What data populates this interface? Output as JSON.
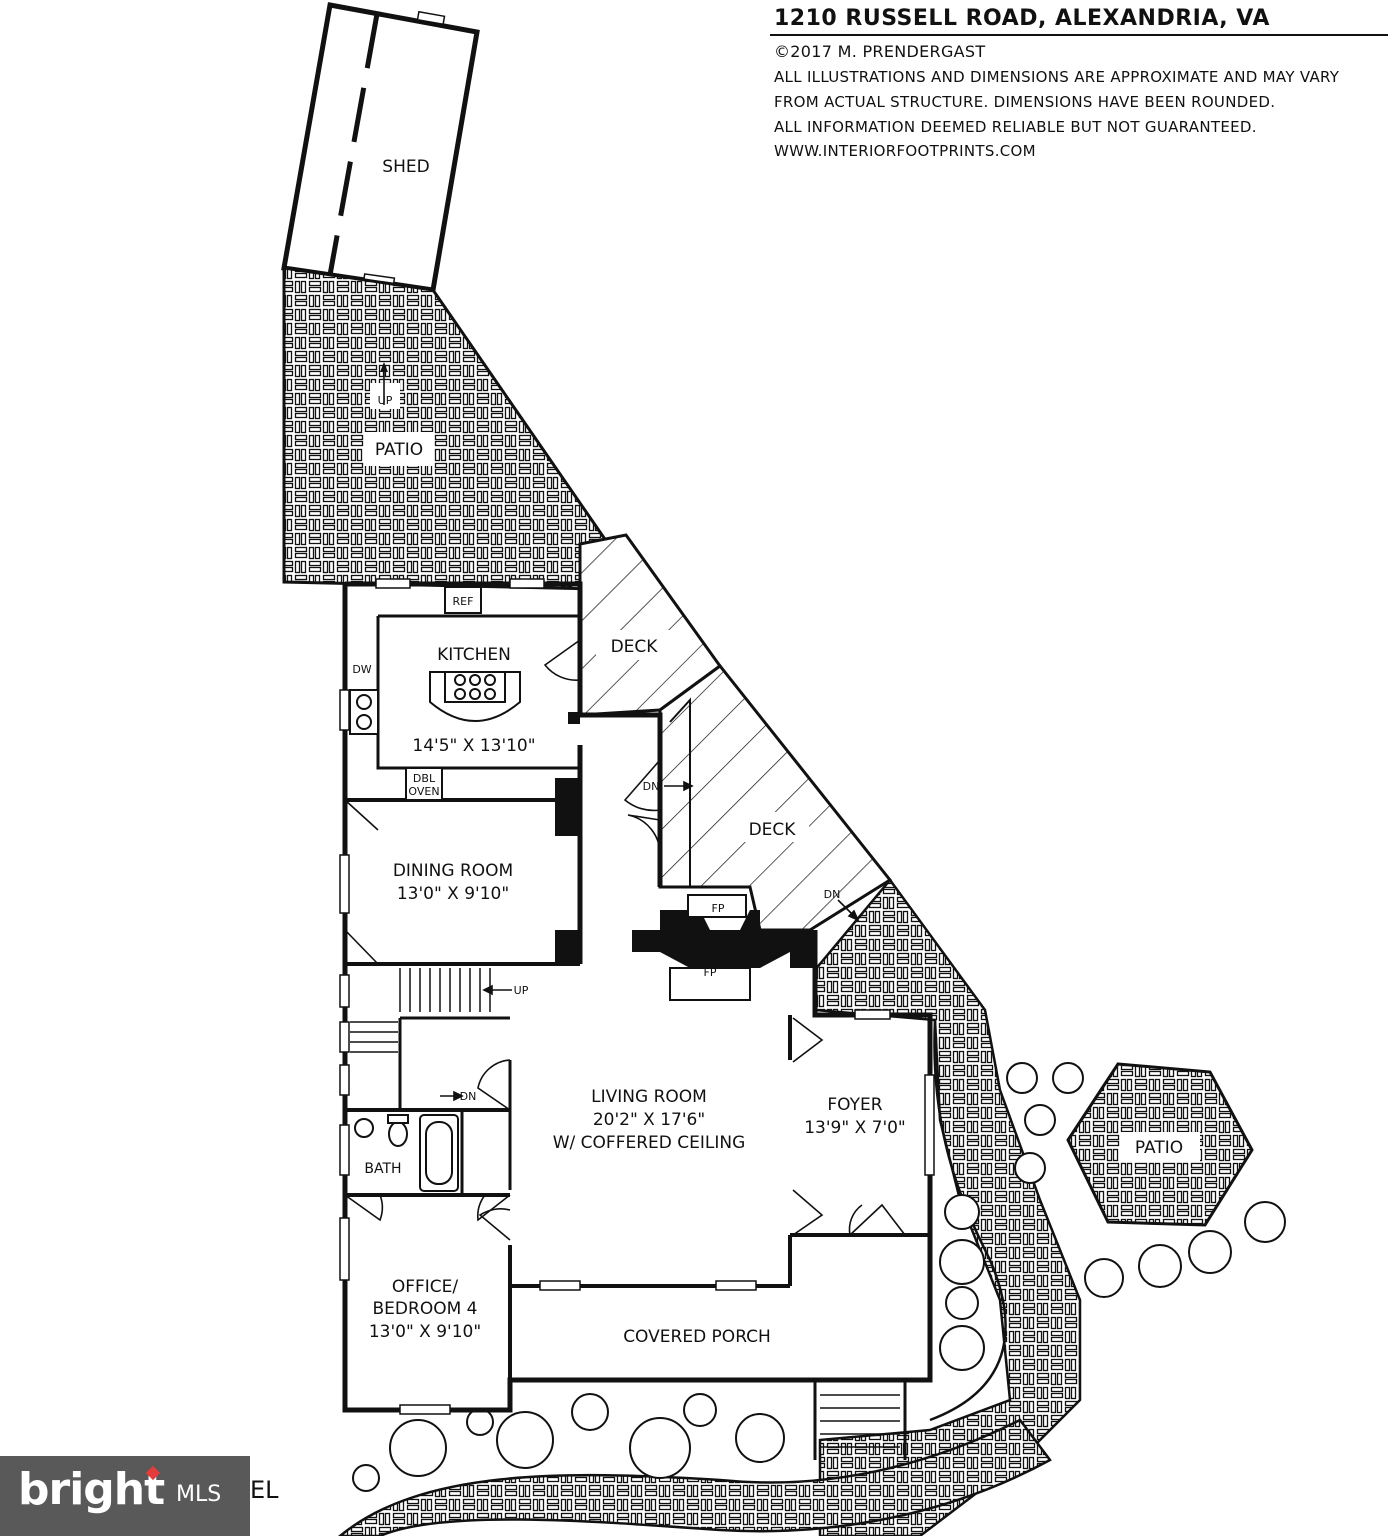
{
  "header": {
    "address": "1210 RUSSELL ROAD, ALEXANDRIA, VA",
    "copyright": "©2017 M. PRENDERGAST",
    "disclaimer_1": "ALL ILLUSTRATIONS AND DIMENSIONS ARE APPROXIMATE AND MAY VARY",
    "disclaimer_2": "FROM ACTUAL STRUCTURE. DIMENSIONS HAVE BEEN ROUNDED.",
    "disclaimer_3": "ALL INFORMATION DEEMED RELIABLE BUT NOT GUARANTEED.",
    "website": "WWW.INTERIORFOOTPRINTS.COM"
  },
  "rooms": {
    "shed": "SHED",
    "patio_top": "PATIO",
    "patio_right": "PATIO",
    "up_patio": "UP",
    "kitchen": "KITCHEN",
    "kitchen_dim": "14'5\" X 13'10\"",
    "ref": "REF",
    "dw": "DW",
    "dbl_oven_1": "DBL",
    "dbl_oven_2": "OVEN",
    "deck_upper": "DECK",
    "deck_lower": "DECK",
    "dn_deck": "DN",
    "dn_deck2": "DN",
    "dining": "DINING ROOM",
    "dining_dim": "13'0\" X 9'10\"",
    "fp_upper": "FP",
    "fp_lower": "FP",
    "up_stairs": "UP",
    "dn_stairs": "DN",
    "living": "LIVING ROOM",
    "living_dim": "20'2\" X 17'6\"",
    "living_note": "W/ COFFERED CEILING",
    "foyer": "FOYER",
    "foyer_dim": "13'9\" X 7'0\"",
    "bath": "BATH",
    "office_1": "OFFICE/",
    "office_2": "BEDROOM 4",
    "office_dim": "13'0\" X 9'10\"",
    "porch": "COVERED PORCH"
  },
  "watermark": {
    "brand": "bright",
    "suffix": "MLS",
    "level_tail": "EL"
  },
  "colors": {
    "wall": "#111111",
    "paver_fill": "#ffffff",
    "badge": "#595959",
    "badge_accent": "#e63b3b"
  }
}
